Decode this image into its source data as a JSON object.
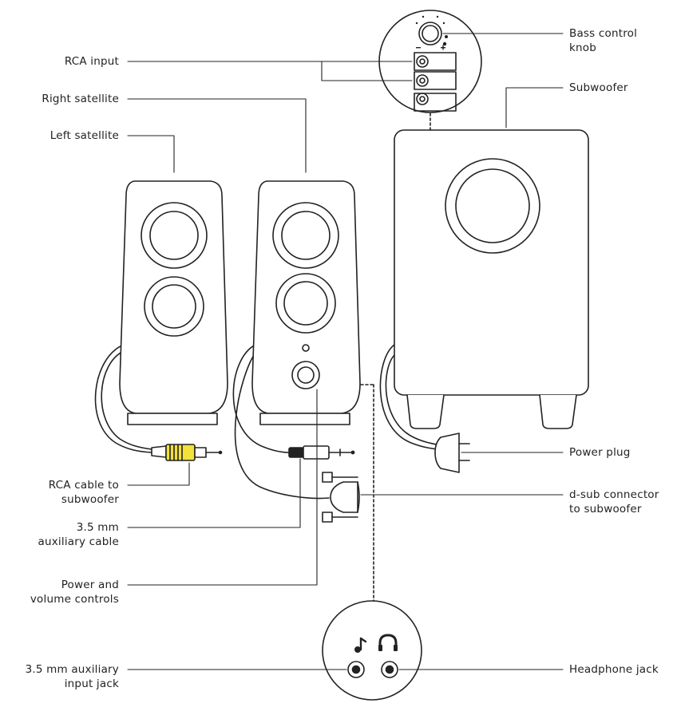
{
  "callouts": {
    "rca_input": "RCA input",
    "right_satellite": "Right satellite",
    "left_satellite": "Left satellite",
    "rca_cable": [
      "RCA cable to",
      "subwoofer"
    ],
    "aux_cable": [
      "3.5 mm",
      "auxiliary cable"
    ],
    "power_volume": [
      "Power and",
      "volume controls"
    ],
    "aux_input_jack": [
      "3.5 mm auxiliary",
      "input jack"
    ],
    "bass_knob": [
      "Bass control",
      "knob"
    ],
    "subwoofer": "Subwoofer",
    "power_plug": "Power plug",
    "dsub": [
      "d-sub connector",
      "to subwoofer"
    ],
    "headphone_jack": "Headphone jack"
  },
  "colors": {
    "line": "#222222",
    "rca_plug": "#f2e23a"
  },
  "icons": {
    "music": "music-note-icon",
    "headphones": "headphones-icon"
  }
}
